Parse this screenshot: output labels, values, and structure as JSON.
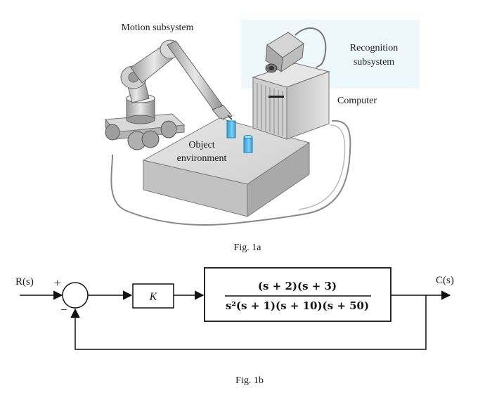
{
  "fig1a": {
    "motion_label": "Motion subsystem",
    "recognition_label_line1": "Recognition",
    "recognition_label_line2": "subsystem",
    "computer_label": "Computer",
    "object_label_line1": "Object",
    "object_label_line2": "environment",
    "caption": "Fig. 1a",
    "colors": {
      "recognition_bg": "#eef7f9",
      "object_blocks": "#4fb3e0"
    }
  },
  "fig1b": {
    "input_label": "R(s)",
    "output_label": "C(s)",
    "plus_sign": "+",
    "minus_sign": "−",
    "gain_label": "K",
    "tf_numerator": "(s + 2)(s + 3)",
    "tf_denominator": "s²(s + 1)(s + 10)(s + 50)",
    "caption": "Fig. 1b"
  }
}
